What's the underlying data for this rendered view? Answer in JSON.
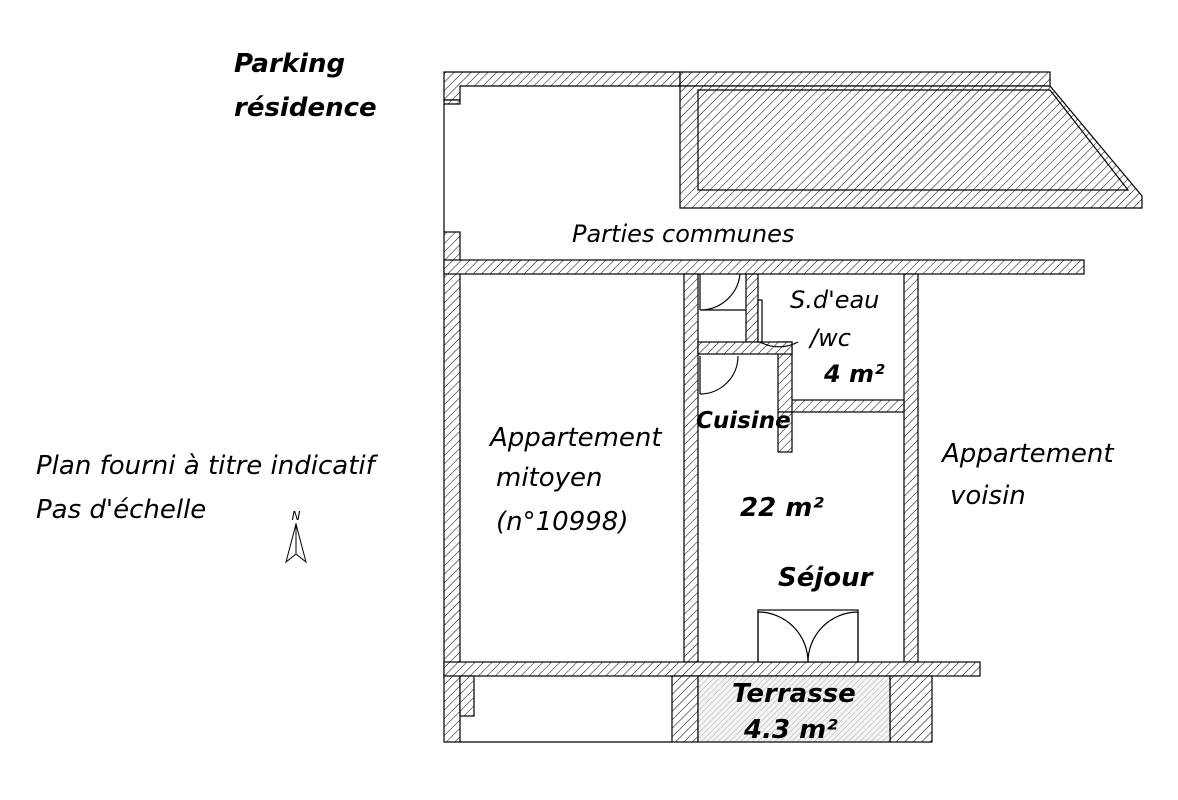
{
  "labels": {
    "parking_line1": "Parking",
    "parking_line2": "résidence",
    "parties_communes": "Parties communes",
    "sdeau_line1": "S.d'eau",
    "sdeau_line2": "/wc",
    "sdeau_area": "4 m²",
    "cuisine": "Cuisine",
    "mitoyen_line1": "Appartement",
    "mitoyen_line2": "mitoyen",
    "mitoyen_line3": "(n°10998)",
    "sejour_area": "22 m²",
    "sejour": "Séjour",
    "voisin_line1": "Appartement",
    "voisin_line2": "voisin",
    "terrasse": "Terrasse",
    "terrasse_area": "4.3 m²",
    "note_line1": "Plan fourni à titre indicatif",
    "note_line2": "Pas d'échelle",
    "north": "N"
  },
  "icons": [
    "north-arrow-icon"
  ]
}
